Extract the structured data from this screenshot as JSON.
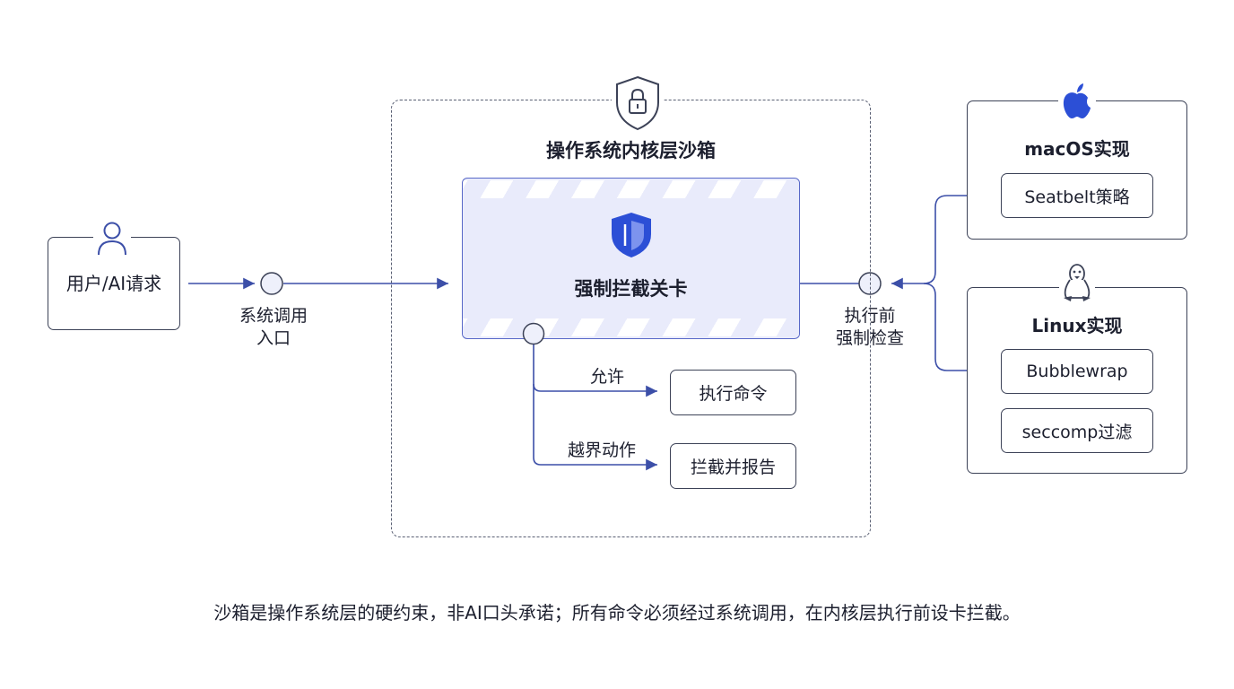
{
  "user": {
    "label": "用户/AI请求",
    "icon": "user-icon"
  },
  "entry": {
    "label_line1": "系统调用",
    "label_line2": "入口"
  },
  "sandbox": {
    "title": "操作系统内核层沙箱",
    "icon": "lock-shield-icon"
  },
  "gate": {
    "title": "强制拦截关卡",
    "icon": "shield-icon"
  },
  "branches": {
    "allow": {
      "label": "允许",
      "target": "执行命令"
    },
    "violation": {
      "label": "越界动作",
      "target": "拦截并报告"
    }
  },
  "precheck": {
    "label_line1": "执行前",
    "label_line2": "强制检查"
  },
  "macos": {
    "title": "macOS实现",
    "icon": "apple-icon",
    "items": [
      "Seatbelt策略"
    ]
  },
  "linux": {
    "title": "Linux实现",
    "icon": "linux-penguin-icon",
    "items": [
      "Bubblewrap",
      "seccomp过滤"
    ]
  },
  "footer": {
    "text": "沙箱是操作系统层的硬约束，非AI口头承诺；所有命令必须经过系统调用，在内核层执行前设卡拦截。"
  },
  "colors": {
    "accent": "#3c4fa8",
    "gate_fill": "#e9ebfb",
    "shield": "#2c4fd6",
    "line": "#3c4257"
  }
}
